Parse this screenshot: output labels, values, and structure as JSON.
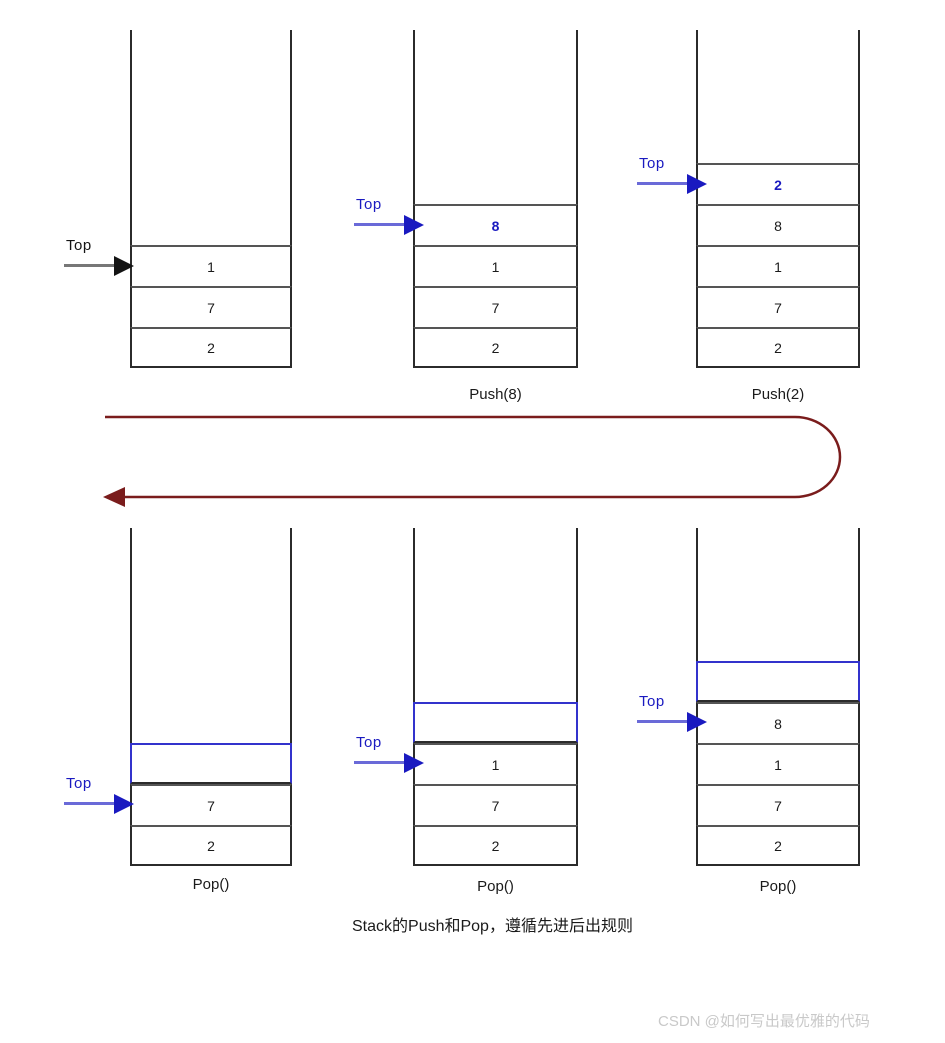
{
  "diagram": {
    "title_caption": "Stack的Push和Pop，遵循先进后出规则",
    "watermark": "CSDN @如何写出最优雅的代码",
    "top_label": "Top",
    "accent_blue": "#1a1ac0",
    "outline_black": "#2b2b2b",
    "flow_arrow_color": "#7a1c1c",
    "empty_slot_border": "#3333cc"
  },
  "stacks": [
    {
      "id": "stack-initial",
      "caption": "",
      "pointer_style": "black",
      "cells": [
        {
          "value": "1",
          "style": "normal"
        },
        {
          "value": "7",
          "style": "normal"
        },
        {
          "value": "2",
          "style": "normal"
        }
      ]
    },
    {
      "id": "stack-push-8",
      "caption": "Push(8)",
      "pointer_style": "blue",
      "cells": [
        {
          "value": "8",
          "style": "new"
        },
        {
          "value": "1",
          "style": "normal"
        },
        {
          "value": "7",
          "style": "normal"
        },
        {
          "value": "2",
          "style": "normal"
        }
      ]
    },
    {
      "id": "stack-push-2",
      "caption": "Push(2)",
      "pointer_style": "blue",
      "cells": [
        {
          "value": "2",
          "style": "new"
        },
        {
          "value": "8",
          "style": "normal"
        },
        {
          "value": "1",
          "style": "normal"
        },
        {
          "value": "7",
          "style": "normal"
        },
        {
          "value": "2",
          "style": "normal"
        }
      ]
    },
    {
      "id": "stack-pop-1",
      "caption": "Pop()",
      "pointer_style": "blue",
      "cells": [
        {
          "value": "",
          "style": "empty"
        },
        {
          "value": "8",
          "style": "normal"
        },
        {
          "value": "1",
          "style": "normal"
        },
        {
          "value": "7",
          "style": "normal"
        },
        {
          "value": "2",
          "style": "normal"
        }
      ]
    },
    {
      "id": "stack-pop-2",
      "caption": "Pop()",
      "pointer_style": "blue",
      "cells": [
        {
          "value": "",
          "style": "empty"
        },
        {
          "value": "1",
          "style": "normal"
        },
        {
          "value": "7",
          "style": "normal"
        },
        {
          "value": "2",
          "style": "normal"
        }
      ]
    },
    {
      "id": "stack-pop-3",
      "caption": "Pop()",
      "pointer_style": "blue",
      "cells": [
        {
          "value": "",
          "style": "empty"
        },
        {
          "value": "7",
          "style": "normal"
        },
        {
          "value": "2",
          "style": "normal"
        }
      ]
    }
  ]
}
